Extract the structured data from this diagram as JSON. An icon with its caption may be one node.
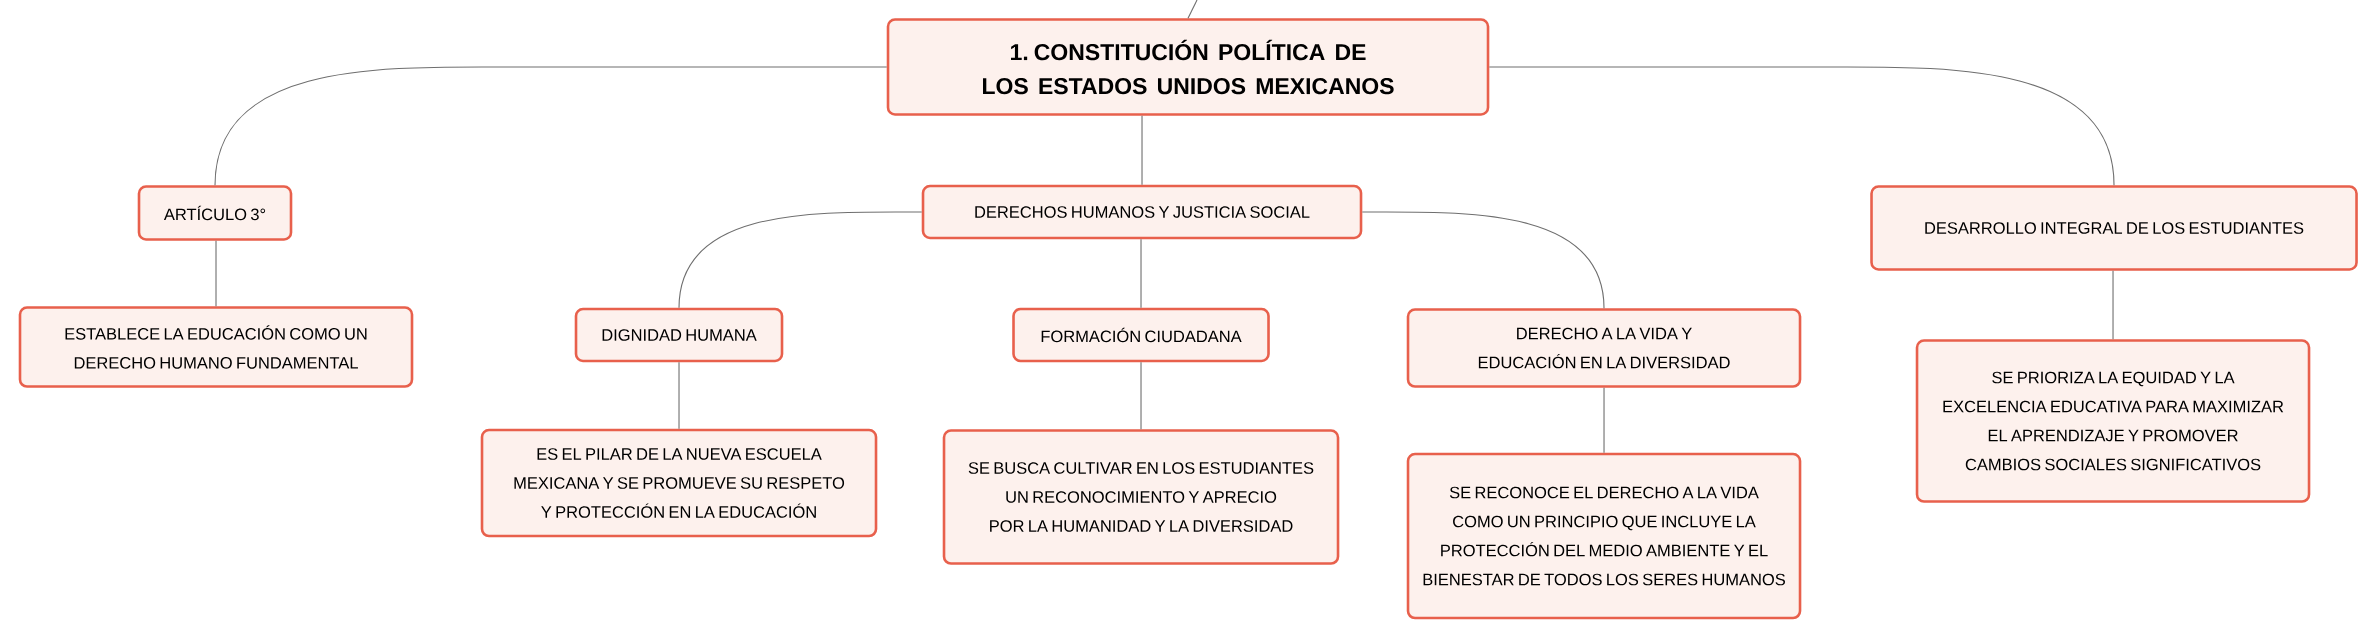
{
  "diagram": {
    "nodes": [
      {
        "text": [
          "1. CONSTITUCIÓN POLÍTICA DE LOS ESTADOS UNIDOS MEXICANOS"
        ]
      },
      {
        "text": [
          "ARTÍCULO 3°"
        ]
      },
      {
        "text": [
          "DERECHOS HUMANOS Y JUSTICIA SOCIAL"
        ]
      },
      {
        "text": [
          "DESARROLLO INTEGRAL DE LOS ESTUDIANTES"
        ]
      },
      {
        "text": [
          "ESTABLECE LA EDUCACIÓN COMO UN DERECHO HUMANO FUNDAMENTAL"
        ]
      },
      {
        "text": [
          "DIGNIDAD HUMANA"
        ]
      },
      {
        "text": [
          "FORMACIÓN CIUDADANA"
        ]
      },
      {
        "text": [
          "DERECHO A LA VIDA Y EDUCACIÓN EN LA DIVERSIDAD"
        ]
      },
      {
        "text": [
          "SE PRIORIZA LA EQUIDAD Y LA EXCELENCIA EDUCATIVA PARA MAXIMIZAR EL APRENDIZAJE Y PROMOVER CAMBIOS SOCIALES SIGNIFICATIVOS"
        ]
      },
      {
        "text": [
          "ES EL PILAR DE LA NUEVA ESCUELA MEXICANA Y SE PROMUEVE SU RESPETO Y PROTECCIÓN EN LA EDUCACIÓN"
        ]
      },
      {
        "text": [
          "SE BUSCA CULTIVAR EN LOS ESTUDIANTES UN RECONOCIMIENTO Y APRECIO POR LA HUMANIDAD Y LA DIVERSIDAD"
        ]
      },
      {
        "text": [
          "SE RECONOCE EL DERECHO A LA VIDA COMO UN PRINCIPIO QUE INCLUYE LA PROTECCIÓN DEL MEDIO AMBIENTE Y EL BIENESTAR DE TODOS LOS SERES HUMANOS"
        ]
      }
    ],
    "edges": [
      {
        "from": null,
        "to": 0,
        "arrow": "none"
      },
      {
        "from": 0,
        "to": 1,
        "arrow": "none"
      },
      {
        "from": 0,
        "to": 2,
        "arrow": "none"
      },
      {
        "from": 0,
        "to": 3,
        "arrow": "none"
      },
      {
        "from": 1,
        "to": 4,
        "arrow": "none"
      },
      {
        "from": 2,
        "to": 5,
        "arrow": "none"
      },
      {
        "from": 2,
        "to": 6,
        "arrow": "none"
      },
      {
        "from": 2,
        "to": 7,
        "arrow": "none"
      },
      {
        "from": 3,
        "to": 8,
        "arrow": "none"
      },
      {
        "from": 5,
        "to": 9,
        "arrow": "none"
      },
      {
        "from": 6,
        "to": 10,
        "arrow": "none"
      },
      {
        "from": 7,
        "to": 11,
        "arrow": "none"
      }
    ]
  }
}
